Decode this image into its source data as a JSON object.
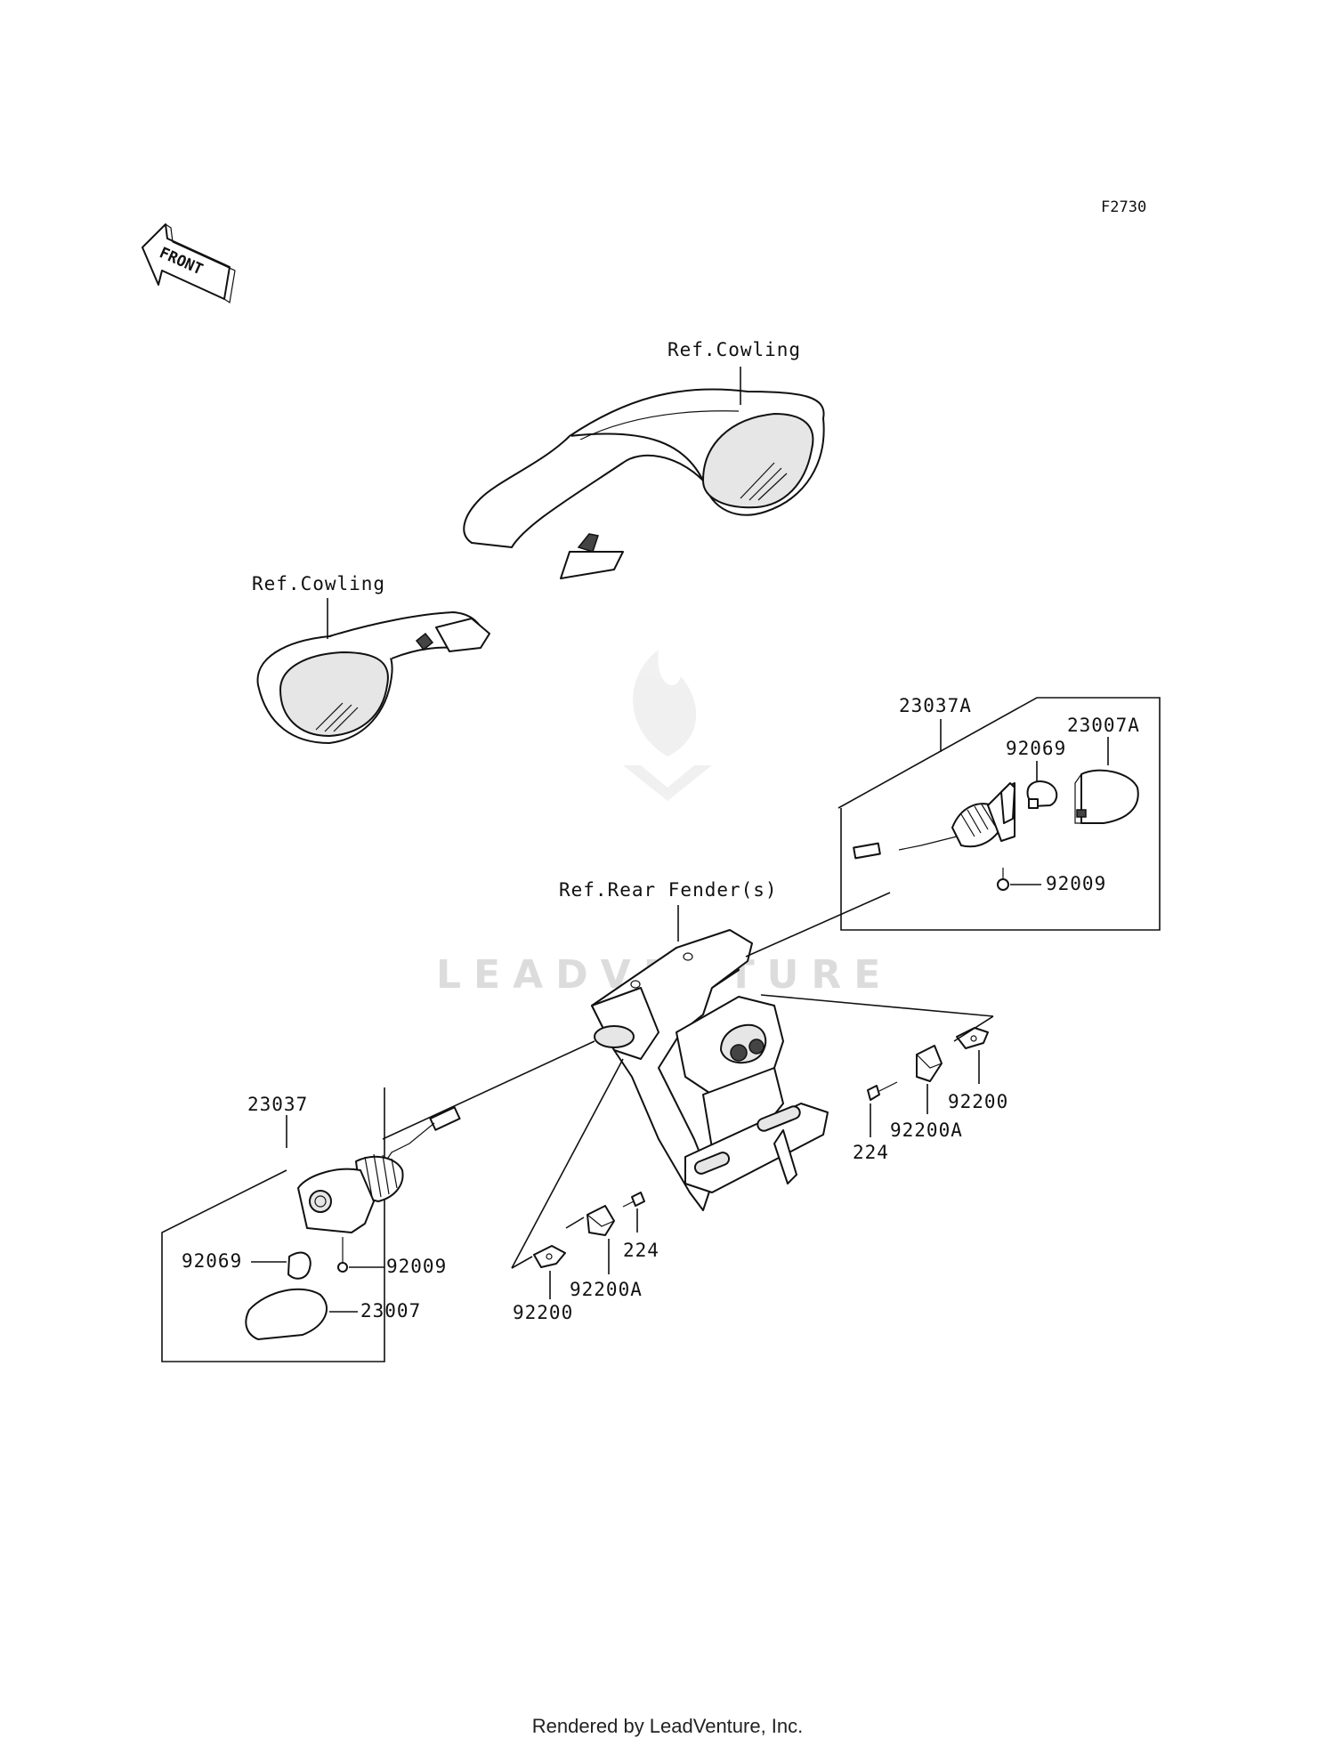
{
  "diagram_code": "F2730",
  "front_arrow_text": "FRONT",
  "watermark": "LEADVENTURE",
  "footer": "Rendered by LeadVenture, Inc.",
  "labels": {
    "ref_cowling_upper": "Ref.Cowling",
    "ref_cowling_lower": "Ref.Cowling",
    "ref_rear_fender": "Ref.Rear Fender(s)",
    "p23037A": "23037A",
    "p23007A": "23007A",
    "p92069_right": "92069",
    "p92009_right": "92009",
    "p23037": "23037",
    "p92069_left": "92069",
    "p92009_left": "92009",
    "p23007": "23007",
    "p224_right": "224",
    "p92200A_right": "92200A",
    "p92200_right": "92200",
    "p224_center": "224",
    "p92200A_center": "92200A",
    "p92200_center": "92200"
  }
}
